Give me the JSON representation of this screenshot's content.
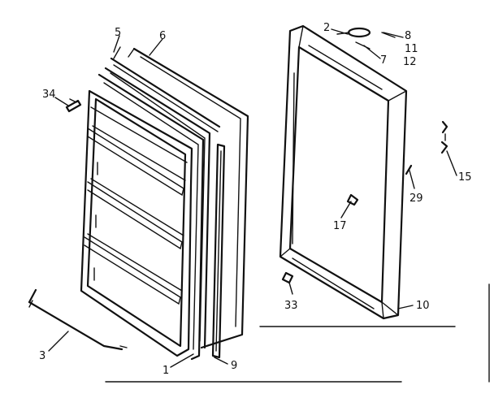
{
  "callouts": [
    {
      "id": "part-5",
      "text": "5"
    },
    {
      "id": "part-6",
      "text": "6"
    },
    {
      "id": "part-34",
      "text": "34"
    },
    {
      "id": "part-3",
      "text": "3"
    },
    {
      "id": "part-1",
      "text": "1"
    },
    {
      "id": "part-9",
      "text": "9"
    },
    {
      "id": "part-2",
      "text": "2"
    },
    {
      "id": "part-8",
      "text": "8"
    },
    {
      "id": "part-11",
      "text": "11"
    },
    {
      "id": "part-7",
      "text": "7"
    },
    {
      "id": "part-12",
      "text": "12"
    },
    {
      "id": "part-15",
      "text": "15"
    },
    {
      "id": "part-29",
      "text": "29"
    },
    {
      "id": "part-17",
      "text": "17"
    },
    {
      "id": "part-33",
      "text": "33"
    },
    {
      "id": "part-10",
      "text": "10"
    }
  ]
}
